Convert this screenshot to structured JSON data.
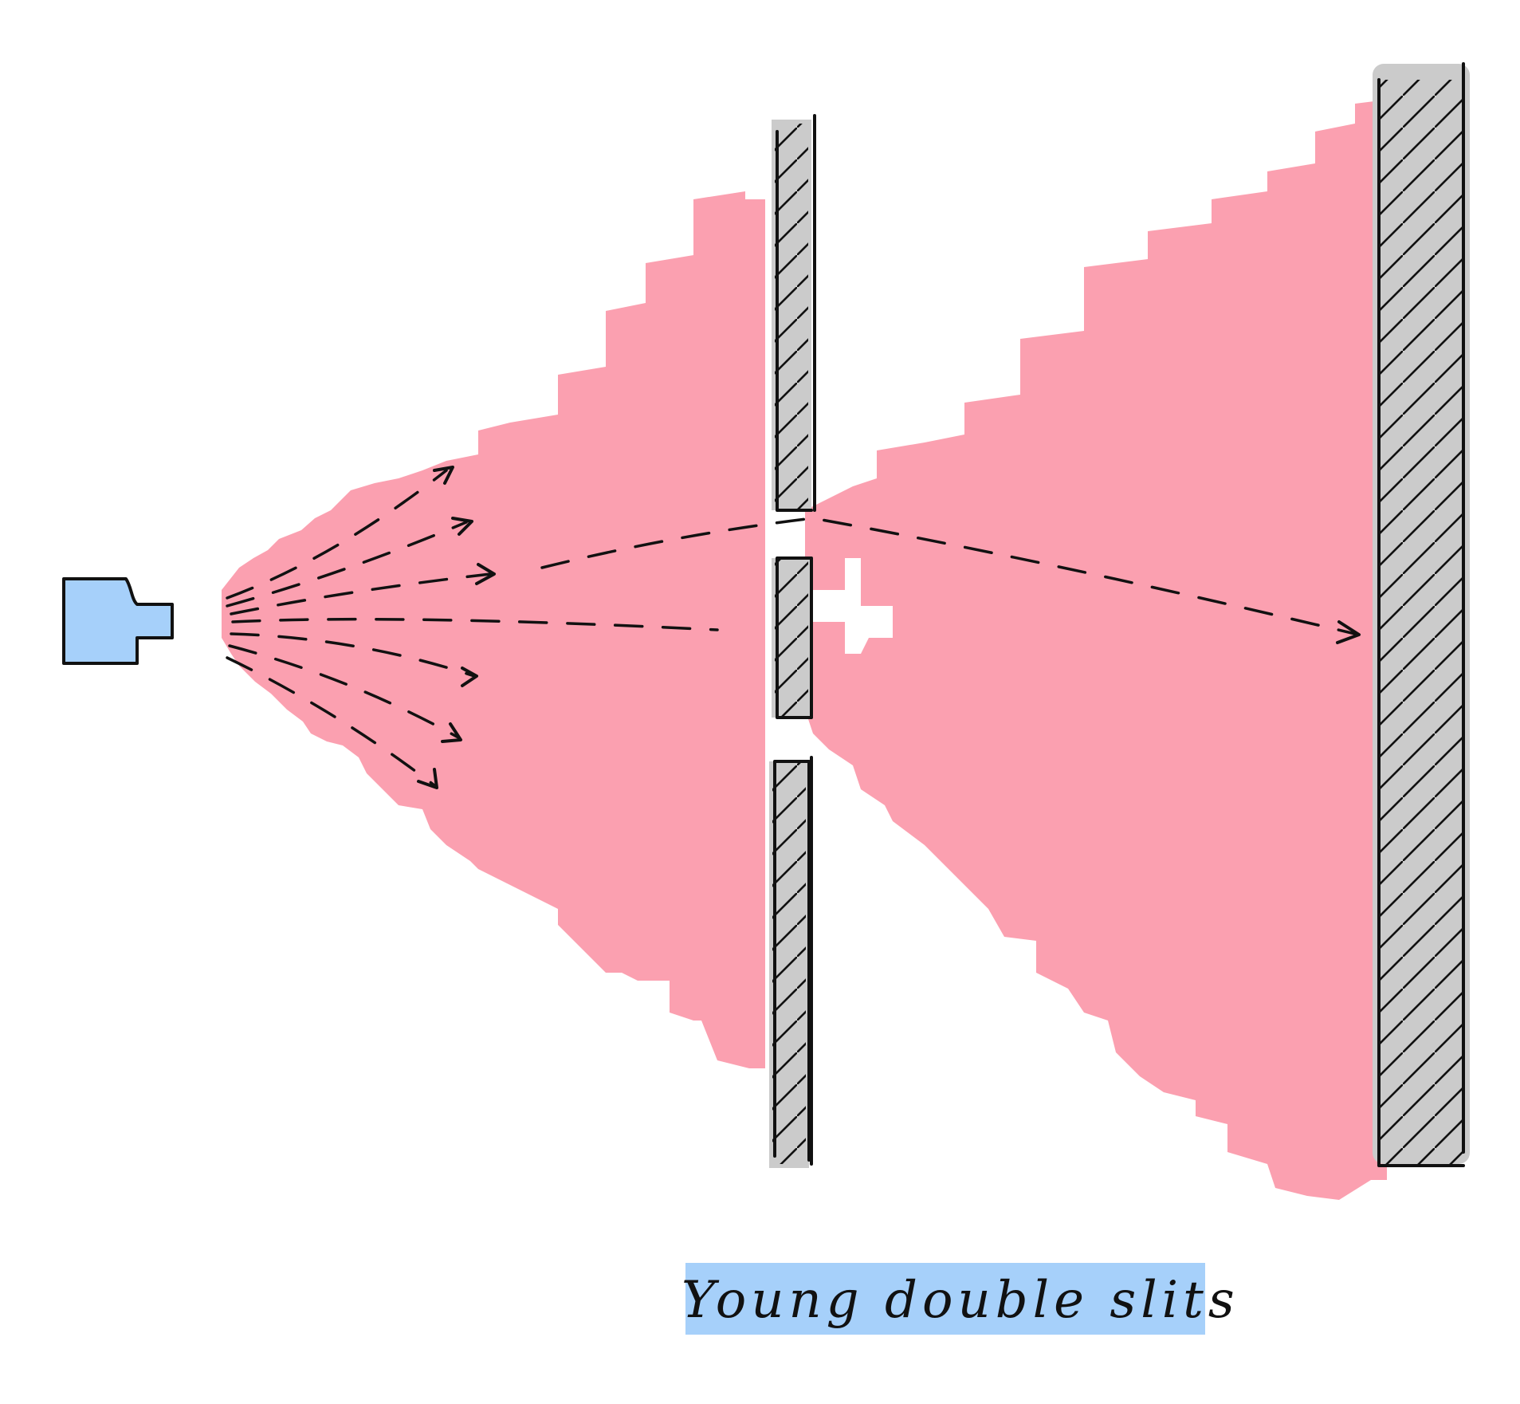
{
  "caption": {
    "text": "Young double slits"
  },
  "colors": {
    "wave": "#fba0b0",
    "source": "#a6d0fa",
    "barrier": "#cbcbcb",
    "ink": "#111111",
    "caption_highlight": "#a6d0fa"
  },
  "icons": {
    "source": "light-source-icon",
    "barrier": "double-slit-barrier",
    "screen": "detection-screen"
  }
}
